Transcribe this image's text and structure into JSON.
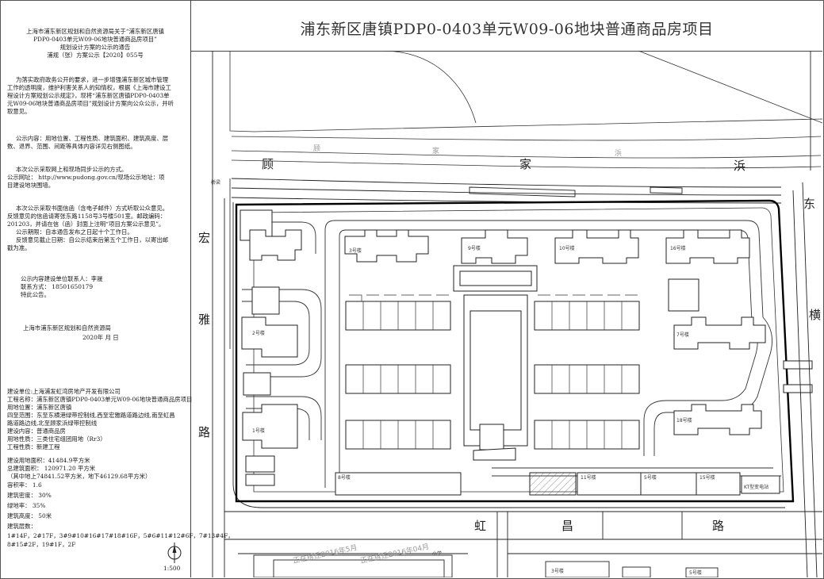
{
  "title": "浦东新区唐镇PDP0-0403单元W09-06地块普通商品房项目",
  "notice": {
    "header": [
      "上海市浦东新区规划和自然资源局关于“浦东新区唐镇",
      "PDP0-0403单元W09-06地块普通商品房项目”",
      "规划设计方案的公示的通告",
      "浦规（张）方案公示【2020】055号"
    ],
    "para1": [
      "为落实政府政务公开的要求，进一步增强浦东新区城市管理",
      "工作的透明度，维护利害关系人的知情权，根据《上海市建设工",
      "程设计方案规划公示规定》，现将“浦东新区唐镇PDP0-0403单",
      "元W09-06地块普通商品房项目”规划设计方案向公众公示，并听",
      "取意见。"
    ],
    "para2": [
      "公示内容：用地位置、工程性质、建筑面积、建筑高度、层",
      "数、退界、范围、间距等具体内容详见右侧图纸。"
    ],
    "para3": [
      "本次公示采取网上和现场同步公示的方式。",
      "公示网址：  http://www.pudong.gov.cn/现场公示地址：项",
      "目建设地块围墙。"
    ],
    "para4": [
      "本次公示采取书面信函（含电子邮件）方式听取公众意见。",
      "反馈意见的信函请寄张东路1158号3号楼501室。邮政编码：",
      "201203，并请在信（函）封面上注明“项目方案公示意见”。",
      "公示期限：自本通告发布之日起十个工作日。",
      "反馈意见截止日期：自公示结束后第五个工作日，以寄出邮",
      "戳为准。"
    ],
    "contact": [
      "公示内容建设单位联系人：李晟",
      "联系方式：  18501650179",
      "特此公告。"
    ],
    "signature": "上海市浦东新区规划和自然资源局",
    "date": "2020年   月   日"
  },
  "project_info": [
    "建设单位:上海浦发虹湾房地产开发有限公司",
    "工程名称：浦东新区唐镇PDP0-0403单元W09-06地块普通商品房项目",
    "用地位置：浦东新区唐镇",
    "四至范围：东至东横港绿带控制线,西至宏雅路道路边线,南至虹昌",
    "路道路边线,北至顾家浜绿带控制线",
    "建设内容：普通商品房",
    "用地性质：三类住宅组团用地（Rr3）",
    "工程性质：新建工程",
    "建设用地面积：41484.9平方米",
    "总建筑面积：  120971.20 平方米",
    "（其中地上74841.52平方米，地下46129.68平方米）",
    "容积率：   1.6",
    "建筑密度：  30%",
    "绿地率：   35%",
    "建筑高度：  50米",
    "建筑层数：",
    "1#14F，2#17F，3#9#10#16#17#18#16F，5#6#11#12#6F，7#13#4F，",
    "8#15#2F，19#1F，2F"
  ],
  "scale": "1:500",
  "map_labels": {
    "road_north": [
      "顾",
      "家",
      "浜"
    ],
    "road_north_faint": [
      "顾",
      "家",
      "浜"
    ],
    "road_west": [
      "宏",
      "雅",
      "路"
    ],
    "road_east": [
      "东",
      "横"
    ],
    "road_south": [
      "虹",
      "昌",
      "路"
    ],
    "bridge": "桥梁",
    "school": "小学",
    "demolished1": "正在拆迁2016年5月",
    "demolished2": "正在拆迁2016年04月",
    "buildings": {
      "b1": "1号楼",
      "b2": "2号楼",
      "b3": "3号楼",
      "b5": "5号楼",
      "b7": "7号楼",
      "b8": "8号楼",
      "b9": "9号楼",
      "b10": "10号楼",
      "b11": "11号楼",
      "b15": "15号楼",
      "b16": "16号楼",
      "b18": "18号楼",
      "kt": "KT型变电站",
      "s3": "3号楼",
      "s5": "5号楼"
    }
  },
  "colors": {
    "line": "#222222",
    "faint": "#8a8a8a",
    "hatch": "#555555"
  }
}
